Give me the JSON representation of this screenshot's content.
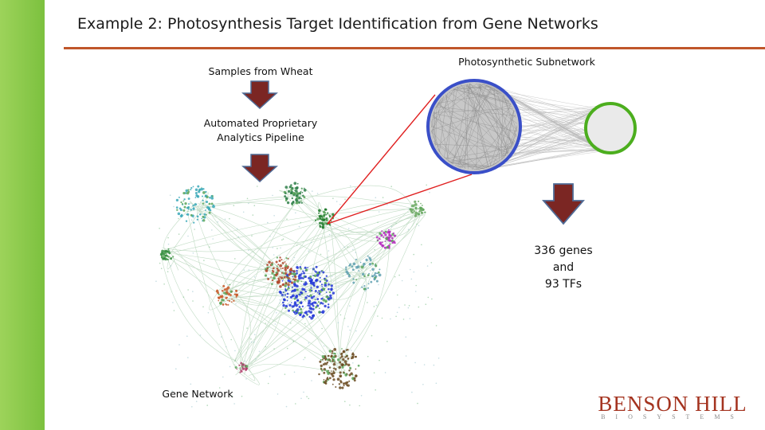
{
  "slide": {
    "title": "Example 2: Photosynthesis Target Identification from Gene Networks",
    "accent_bar_color": "#92d050",
    "rule_color": "#c0562a"
  },
  "labels": {
    "samples": "Samples from Wheat",
    "pipeline": "Automated Proprietary Analytics Pipeline",
    "gene_network": "Gene Network",
    "subnetwork": "Photosynthetic Subnetwork",
    "result_line1": "336 genes",
    "result_line2": "and",
    "result_line3": "93 TFs"
  },
  "colors": {
    "arrow_fill": "#7b2623",
    "arrow_stroke": "#4f6b96",
    "callout_line": "#e02020",
    "blue_cluster_ring": "#3a4fc8",
    "green_cluster_ring": "#4cae1e",
    "logo": "#a4331f"
  },
  "logo": {
    "name": "BENSON HILL",
    "subtitle": "BIOSYSTEMS"
  },
  "icons": {
    "flow_arrow": "down-arrow-icon"
  }
}
